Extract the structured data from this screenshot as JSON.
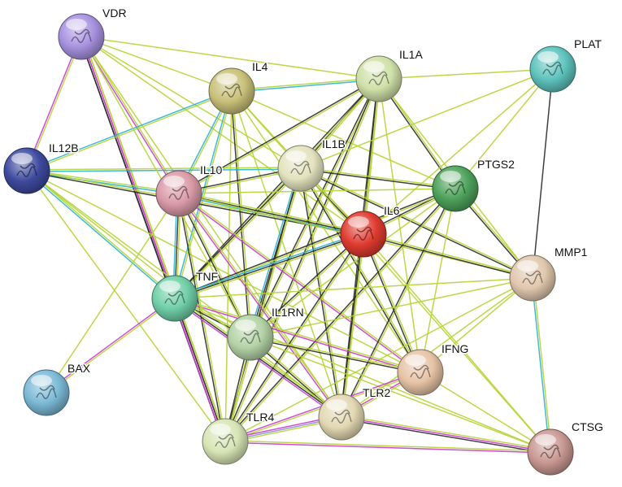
{
  "diagram": {
    "type": "protein-interaction-network",
    "nodes": [
      {
        "id": "VDR",
        "label": "VDR",
        "color": "#a792e0"
      },
      {
        "id": "IL4",
        "label": "IL4",
        "color": "#c9c079"
      },
      {
        "id": "IL1A",
        "label": "IL1A",
        "color": "#cfe0a8"
      },
      {
        "id": "PLAT",
        "label": "PLAT",
        "color": "#5ec3bd"
      },
      {
        "id": "IL12B",
        "label": "IL12B",
        "color": "#3e4a9e"
      },
      {
        "id": "IL1B",
        "label": "IL1B",
        "color": "#e3e3bf"
      },
      {
        "id": "IL10",
        "label": "IL10",
        "color": "#d99aa7"
      },
      {
        "id": "PTGS2",
        "label": "PTGS2",
        "color": "#4da25a"
      },
      {
        "id": "IL6",
        "label": "IL6",
        "color": "#df3b30"
      },
      {
        "id": "MMP1",
        "label": "MMP1",
        "color": "#e0c7ad"
      },
      {
        "id": "TNF",
        "label": "TNF",
        "color": "#6fcfa7"
      },
      {
        "id": "IL1RN",
        "label": "IL1RN",
        "color": "#b3d2a6"
      },
      {
        "id": "IFNG",
        "label": "IFNG",
        "color": "#e6c3a6"
      },
      {
        "id": "BAX",
        "label": "BAX",
        "color": "#7bb9d6"
      },
      {
        "id": "TLR2",
        "label": "TLR2",
        "color": "#e3d8b3"
      },
      {
        "id": "TLR4",
        "label": "TLR4",
        "color": "#d7e5b5"
      },
      {
        "id": "CTSG",
        "label": "CTSG",
        "color": "#c99892"
      }
    ],
    "edge_colors": {
      "textmining": "#b5d433",
      "coexpression": "#2a2a2a",
      "database": "#2ab1d4",
      "experiments": "#c93ad1",
      "homology": "#8a8fd4"
    },
    "edges": [
      {
        "source": "VDR",
        "target": "IL4",
        "types": [
          "textmining"
        ]
      },
      {
        "source": "VDR",
        "target": "IL1A",
        "types": [
          "textmining"
        ]
      },
      {
        "source": "VDR",
        "target": "IL12B",
        "types": [
          "textmining",
          "experiments"
        ]
      },
      {
        "source": "VDR",
        "target": "IL1B",
        "types": [
          "textmining"
        ]
      },
      {
        "source": "VDR",
        "target": "IL10",
        "types": [
          "textmining",
          "experiments"
        ]
      },
      {
        "source": "VDR",
        "target": "IL6",
        "types": [
          "textmining"
        ]
      },
      {
        "source": "VDR",
        "target": "TNF",
        "types": [
          "textmining",
          "experiments",
          "coexpression"
        ]
      },
      {
        "source": "VDR",
        "target": "TLR4",
        "types": [
          "textmining",
          "experiments",
          "coexpression"
        ]
      },
      {
        "source": "VDR",
        "target": "TLR2",
        "types": [
          "textmining"
        ]
      },
      {
        "source": "IL4",
        "target": "IL1A",
        "types": [
          "textmining",
          "database"
        ]
      },
      {
        "source": "IL4",
        "target": "IL12B",
        "types": [
          "textmining",
          "database"
        ]
      },
      {
        "source": "IL4",
        "target": "IL1B",
        "types": [
          "textmining"
        ]
      },
      {
        "source": "IL4",
        "target": "IL10",
        "types": [
          "textmining",
          "database"
        ]
      },
      {
        "source": "IL4",
        "target": "IL6",
        "types": [
          "textmining"
        ]
      },
      {
        "source": "IL4",
        "target": "PTGS2",
        "types": [
          "textmining"
        ]
      },
      {
        "source": "IL4",
        "target": "TNF",
        "types": [
          "textmining",
          "database"
        ]
      },
      {
        "source": "IL4",
        "target": "IL1RN",
        "types": [
          "textmining",
          "coexpression"
        ]
      },
      {
        "source": "IL4",
        "target": "IFNG",
        "types": [
          "textmining"
        ]
      },
      {
        "source": "IL4",
        "target": "TLR4",
        "types": [
          "textmining"
        ]
      },
      {
        "source": "IL4",
        "target": "TLR2",
        "types": [
          "textmining"
        ]
      },
      {
        "source": "IL1A",
        "target": "PLAT",
        "types": [
          "textmining"
        ]
      },
      {
        "source": "IL1A",
        "target": "IL1B",
        "types": [
          "textmining",
          "coexpression"
        ]
      },
      {
        "source": "IL1A",
        "target": "IL10",
        "types": [
          "textmining",
          "coexpression"
        ]
      },
      {
        "source": "IL1A",
        "target": "IL6",
        "types": [
          "textmining",
          "coexpression"
        ]
      },
      {
        "source": "IL1A",
        "target": "PTGS2",
        "types": [
          "textmining",
          "coexpression"
        ]
      },
      {
        "source": "IL1A",
        "target": "MMP1",
        "types": [
          "textmining"
        ]
      },
      {
        "source": "IL1A",
        "target": "TNF",
        "types": [
          "textmining",
          "coexpression"
        ]
      },
      {
        "source": "IL1A",
        "target": "IL1RN",
        "types": [
          "textmining",
          "coexpression"
        ]
      },
      {
        "source": "IL1A",
        "target": "IFNG",
        "types": [
          "textmining"
        ]
      },
      {
        "source": "IL1A",
        "target": "TLR4",
        "types": [
          "textmining",
          "coexpression"
        ]
      },
      {
        "source": "IL1A",
        "target": "TLR2",
        "types": [
          "textmining",
          "coexpression"
        ]
      },
      {
        "source": "PLAT",
        "target": "IL6",
        "types": [
          "textmining"
        ]
      },
      {
        "source": "PLAT",
        "target": "MMP1",
        "types": [
          "coexpression"
        ]
      },
      {
        "source": "PLAT",
        "target": "PTGS2",
        "types": [
          "textmining"
        ]
      },
      {
        "source": "PLAT",
        "target": "IL1B",
        "types": [
          "textmining"
        ]
      },
      {
        "source": "IL12B",
        "target": "IL10",
        "types": [
          "textmining",
          "database"
        ]
      },
      {
        "source": "IL12B",
        "target": "IL1B",
        "types": [
          "textmining",
          "database"
        ]
      },
      {
        "source": "IL12B",
        "target": "IL6",
        "types": [
          "textmining",
          "coexpression"
        ]
      },
      {
        "source": "IL12B",
        "target": "TNF",
        "types": [
          "textmining",
          "database"
        ]
      },
      {
        "source": "IL12B",
        "target": "TLR4",
        "types": [
          "textmining"
        ]
      },
      {
        "source": "IL12B",
        "target": "IFNG",
        "types": [
          "textmining"
        ]
      },
      {
        "source": "IL12B",
        "target": "IL1RN",
        "types": [
          "textmining"
        ]
      },
      {
        "source": "IL1B",
        "target": "IL10",
        "types": [
          "textmining",
          "coexpression"
        ]
      },
      {
        "source": "IL1B",
        "target": "IL6",
        "types": [
          "textmining",
          "coexpression"
        ]
      },
      {
        "source": "IL1B",
        "target": "PTGS2",
        "types": [
          "textmining",
          "coexpression"
        ]
      },
      {
        "source": "IL1B",
        "target": "MMP1",
        "types": [
          "textmining",
          "coexpression"
        ]
      },
      {
        "source": "IL1B",
        "target": "TNF",
        "types": [
          "textmining",
          "coexpression"
        ]
      },
      {
        "source": "IL1B",
        "target": "IL1RN",
        "types": [
          "textmining",
          "coexpression",
          "database"
        ]
      },
      {
        "source": "IL1B",
        "target": "IFNG",
        "types": [
          "textmining",
          "coexpression"
        ]
      },
      {
        "source": "IL1B",
        "target": "TLR4",
        "types": [
          "textmining",
          "coexpression"
        ]
      },
      {
        "source": "IL1B",
        "target": "TLR2",
        "types": [
          "textmining",
          "coexpression"
        ]
      },
      {
        "source": "IL1B",
        "target": "CTSG",
        "types": [
          "textmining"
        ]
      },
      {
        "source": "IL10",
        "target": "IL6",
        "types": [
          "textmining",
          "coexpression",
          "database"
        ]
      },
      {
        "source": "IL10",
        "target": "PTGS2",
        "types": [
          "textmining"
        ]
      },
      {
        "source": "IL10",
        "target": "MMP1",
        "types": [
          "textmining"
        ]
      },
      {
        "source": "IL10",
        "target": "TNF",
        "types": [
          "textmining",
          "coexpression",
          "database"
        ]
      },
      {
        "source": "IL10",
        "target": "IL1RN",
        "types": [
          "textmining",
          "coexpression"
        ]
      },
      {
        "source": "IL10",
        "target": "IFNG",
        "types": [
          "textmining",
          "experiments"
        ]
      },
      {
        "source": "IL10",
        "target": "TLR4",
        "types": [
          "textmining",
          "coexpression"
        ]
      },
      {
        "source": "IL10",
        "target": "TLR2",
        "types": [
          "textmining",
          "experiments"
        ]
      },
      {
        "source": "PTGS2",
        "target": "IL6",
        "types": [
          "textmining",
          "coexpression"
        ]
      },
      {
        "source": "PTGS2",
        "target": "MMP1",
        "types": [
          "textmining",
          "coexpression"
        ]
      },
      {
        "source": "PTGS2",
        "target": "TNF",
        "types": [
          "textmining",
          "coexpression"
        ]
      },
      {
        "source": "PTGS2",
        "target": "IL1RN",
        "types": [
          "textmining"
        ]
      },
      {
        "source": "PTGS2",
        "target": "IFNG",
        "types": [
          "textmining"
        ]
      },
      {
        "source": "PTGS2",
        "target": "TLR4",
        "types": [
          "textmining",
          "coexpression"
        ]
      },
      {
        "source": "PTGS2",
        "target": "TLR2",
        "types": [
          "textmining",
          "coexpression"
        ]
      },
      {
        "source": "IL6",
        "target": "MMP1",
        "types": [
          "textmining",
          "coexpression"
        ]
      },
      {
        "source": "IL6",
        "target": "TNF",
        "types": [
          "textmining",
          "coexpression",
          "database"
        ]
      },
      {
        "source": "IL6",
        "target": "IL1RN",
        "types": [
          "textmining",
          "coexpression"
        ]
      },
      {
        "source": "IL6",
        "target": "IFNG",
        "types": [
          "textmining",
          "coexpression"
        ]
      },
      {
        "source": "IL6",
        "target": "TLR4",
        "types": [
          "textmining",
          "coexpression"
        ]
      },
      {
        "source": "IL6",
        "target": "TLR2",
        "types": [
          "textmining",
          "coexpression"
        ]
      },
      {
        "source": "IL6",
        "target": "CTSG",
        "types": [
          "textmining"
        ]
      },
      {
        "source": "MMP1",
        "target": "TNF",
        "types": [
          "textmining"
        ]
      },
      {
        "source": "MMP1",
        "target": "IL1RN",
        "types": [
          "textmining"
        ]
      },
      {
        "source": "MMP1",
        "target": "IFNG",
        "types": [
          "textmining"
        ]
      },
      {
        "source": "MMP1",
        "target": "TLR4",
        "types": [
          "textmining"
        ]
      },
      {
        "source": "MMP1",
        "target": "TLR2",
        "types": [
          "textmining"
        ]
      },
      {
        "source": "MMP1",
        "target": "CTSG",
        "types": [
          "textmining",
          "database"
        ]
      },
      {
        "source": "TNF",
        "target": "BAX",
        "types": [
          "textmining",
          "experiments"
        ]
      },
      {
        "source": "TNF",
        "target": "IL1RN",
        "types": [
          "textmining",
          "coexpression"
        ]
      },
      {
        "source": "TNF",
        "target": "IFNG",
        "types": [
          "textmining",
          "experiments"
        ]
      },
      {
        "source": "TNF",
        "target": "TLR4",
        "types": [
          "textmining",
          "coexpression",
          "experiments"
        ]
      },
      {
        "source": "TNF",
        "target": "TLR2",
        "types": [
          "textmining",
          "coexpression",
          "experiments"
        ]
      },
      {
        "source": "TNF",
        "target": "CTSG",
        "types": [
          "textmining"
        ]
      },
      {
        "source": "IL1RN",
        "target": "IFNG",
        "types": [
          "textmining",
          "coexpression"
        ]
      },
      {
        "source": "IL1RN",
        "target": "TLR4",
        "types": [
          "textmining",
          "coexpression"
        ]
      },
      {
        "source": "IL1RN",
        "target": "TLR2",
        "types": [
          "textmining",
          "coexpression"
        ]
      },
      {
        "source": "IL1RN",
        "target": "CTSG",
        "types": [
          "textmining"
        ]
      },
      {
        "source": "IFNG",
        "target": "TLR4",
        "types": [
          "textmining",
          "experiments"
        ]
      },
      {
        "source": "IFNG",
        "target": "TLR2",
        "types": [
          "textmining",
          "experiments"
        ]
      },
      {
        "source": "IFNG",
        "target": "CTSG",
        "types": [
          "textmining"
        ]
      },
      {
        "source": "TLR2",
        "target": "TLR4",
        "types": [
          "textmining",
          "homology",
          "experiments"
        ]
      },
      {
        "source": "TLR2",
        "target": "CTSG",
        "types": [
          "textmining",
          "experiments",
          "coexpression"
        ]
      },
      {
        "source": "TLR4",
        "target": "CTSG",
        "types": [
          "textmining",
          "experiments"
        ]
      },
      {
        "source": "BAX",
        "target": "IL10",
        "types": [
          "textmining"
        ]
      },
      {
        "source": "IL12B",
        "target": "TLR2",
        "types": [
          "textmining"
        ]
      },
      {
        "source": "VDR",
        "target": "IL1RN",
        "types": [
          "textmining"
        ]
      }
    ]
  }
}
